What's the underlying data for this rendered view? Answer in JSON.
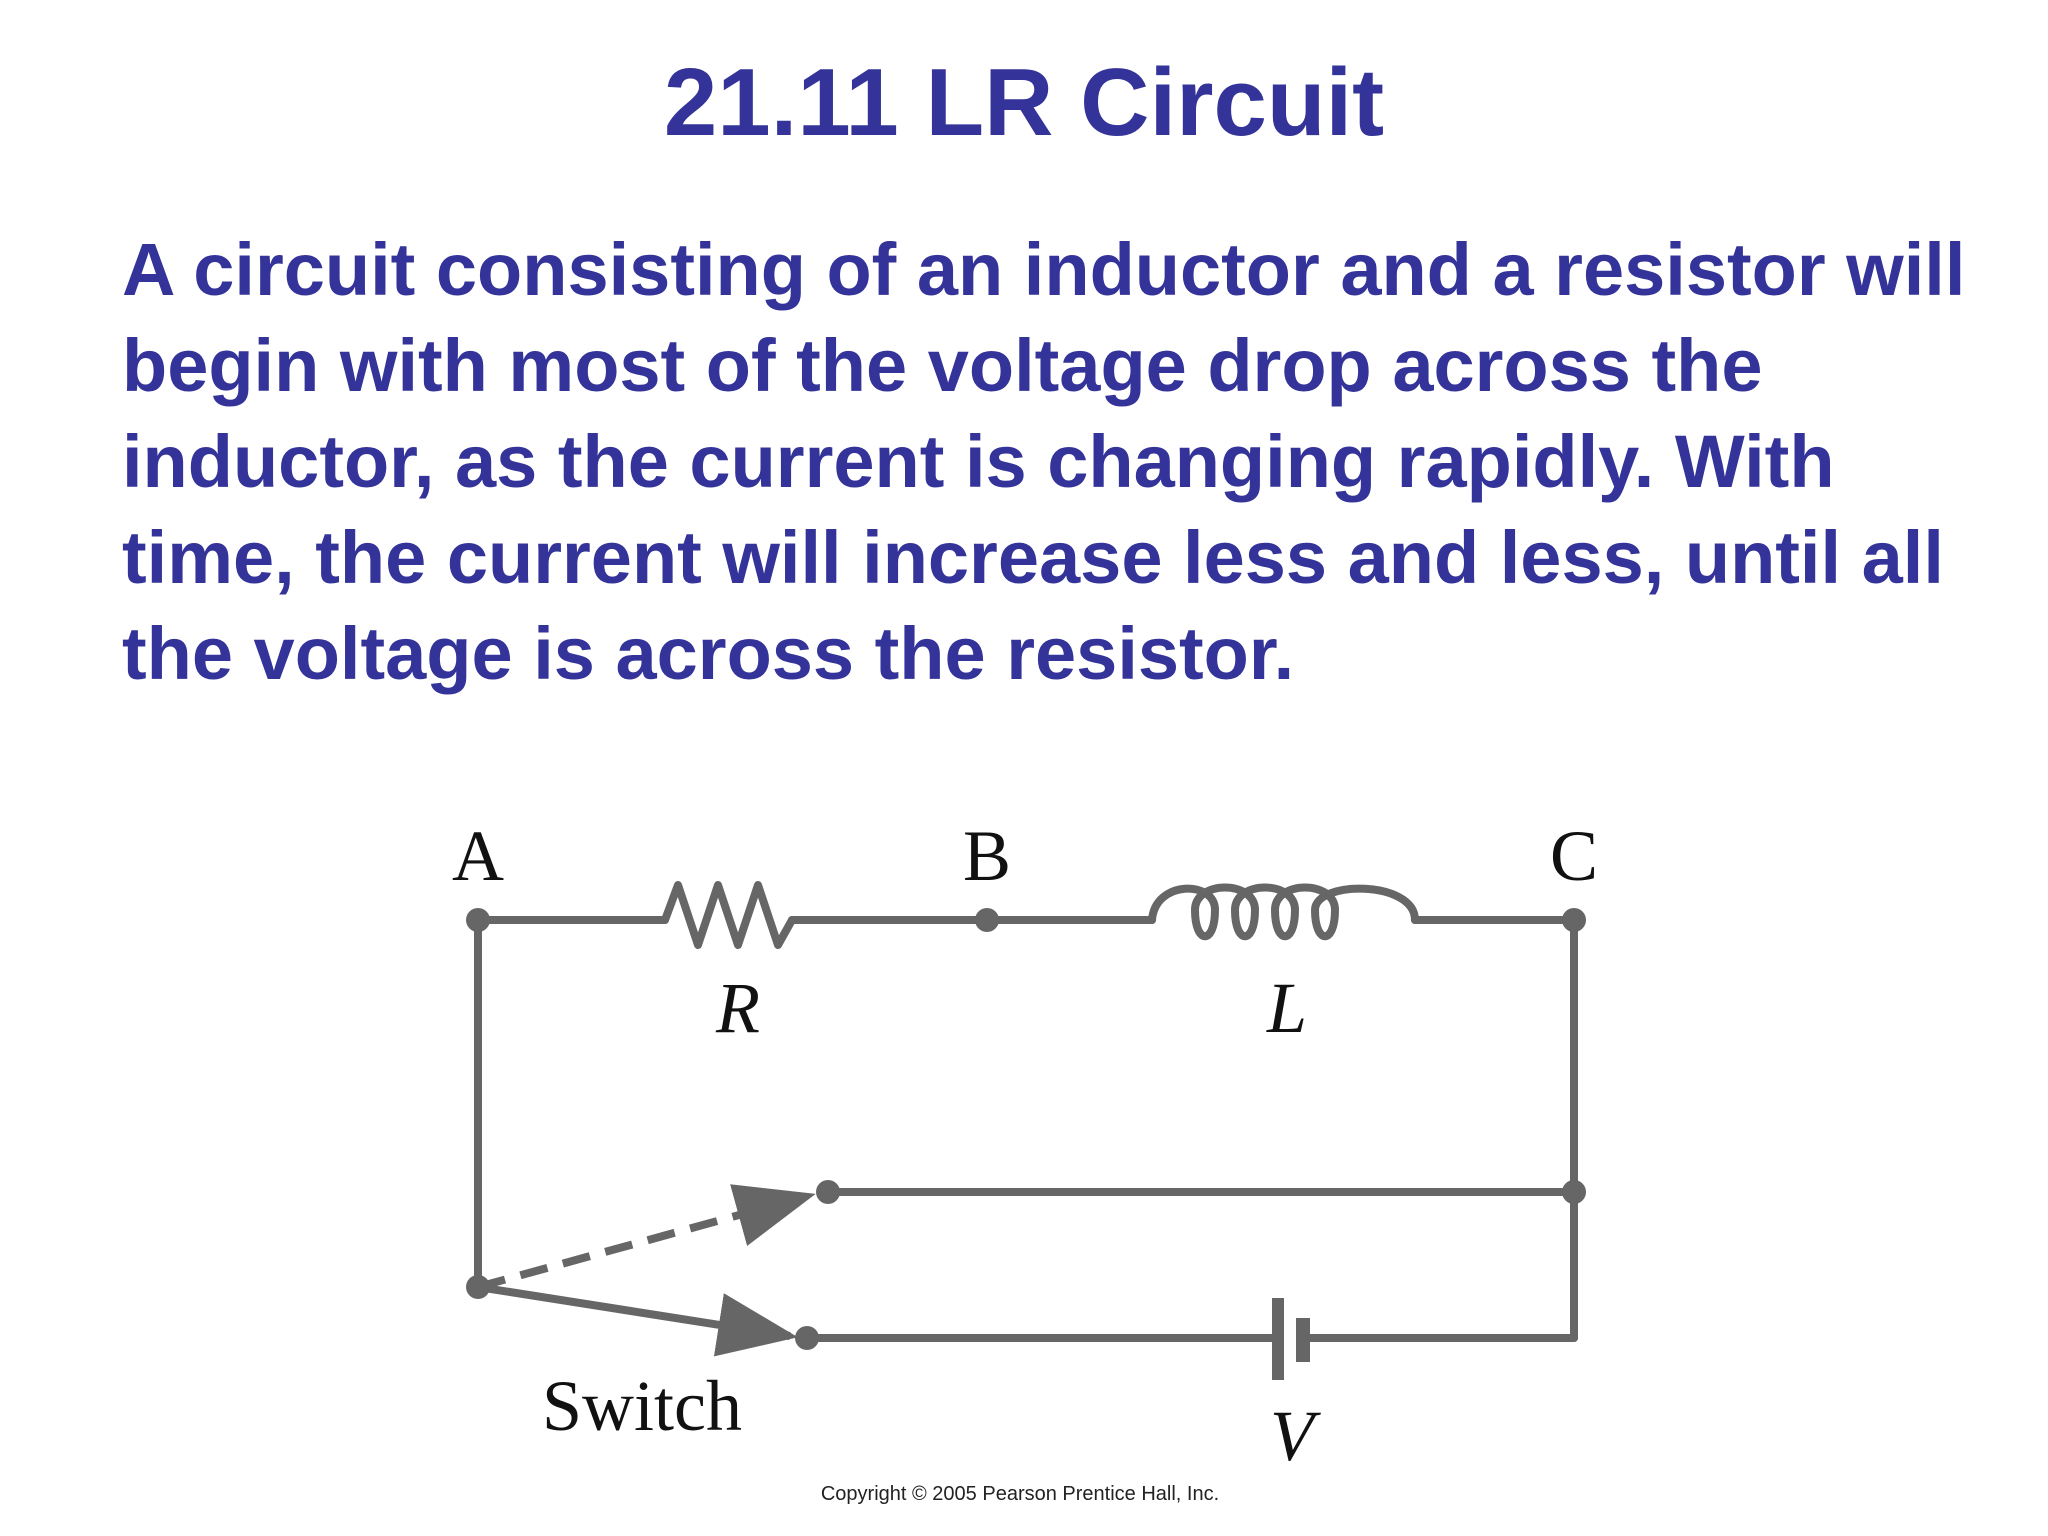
{
  "slide": {
    "title": "21.11 LR Circuit",
    "body": "A circuit consisting of an inductor and a resistor will begin with most of the voltage drop across the inductor, as the current is changing rapidly. With time, the current will increase less and less, until all the voltage is across the resistor."
  },
  "diagram": {
    "nodes": [
      "A",
      "B",
      "C"
    ],
    "resistor_label": "R",
    "inductor_label": "L",
    "battery_label": "V",
    "switch_label": "Switch",
    "copyright": "Copyright © 2005 Pearson Prentice Hall, Inc.",
    "colors": {
      "wire": "#666666",
      "text": "#333399"
    }
  }
}
